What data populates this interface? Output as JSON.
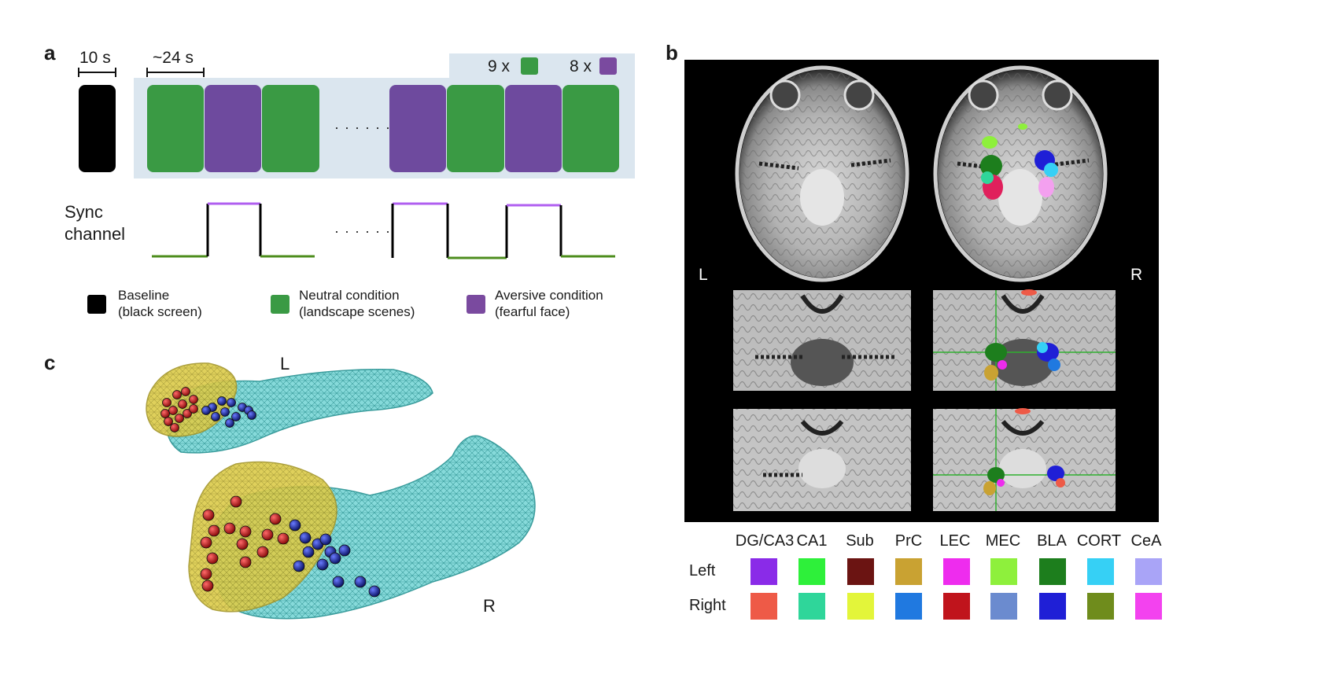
{
  "panels": {
    "a": "a",
    "b": "b",
    "c": "c"
  },
  "panel_a": {
    "scale_baseline": "10 s",
    "scale_block": "~24 s",
    "ellipsis": "· · · · · ·",
    "counts": [
      {
        "label": "9 x",
        "color": "#3a9a44"
      },
      {
        "label": "8 x",
        "color": "#7a4a9f"
      }
    ],
    "sync_label_line1": "Sync",
    "sync_label_line2": "channel",
    "colors": {
      "baseline": "#000000",
      "neutral": "#3a9a44",
      "aversive": "#6e4a9e",
      "band": "#dbe6ef",
      "sync_high": "#b05ff0",
      "sync_low": "#4d8d1d"
    },
    "legend": [
      {
        "line1": "Baseline",
        "line2": "(black screen)",
        "color": "#000000"
      },
      {
        "line1": "Neutral condition",
        "line2": "(landscape scenes)",
        "color": "#3a9a44"
      },
      {
        "line1": "Aversive condition",
        "line2": "(fearful face)",
        "color": "#7a4a9f"
      }
    ]
  },
  "panel_b": {
    "side_left": "L",
    "side_right": "R",
    "regions": [
      "DG/CA3",
      "CA1",
      "Sub",
      "PrC",
      "LEC",
      "MEC",
      "BLA",
      "CORT",
      "CeA"
    ],
    "row_labels": [
      "Left",
      "Right"
    ],
    "left_colors": [
      "#8a2be8",
      "#2ef03a",
      "#6b1412",
      "#c9a232",
      "#ee2cee",
      "#8ef03c",
      "#1d7e1d",
      "#36d0f5",
      "#a9a4f7"
    ],
    "right_colors": [
      "#ee5a47",
      "#2fd69a",
      "#e3f53a",
      "#2079e0",
      "#c0141c",
      "#6b8bcf",
      "#1f1fd6",
      "#6f8c1c",
      "#f342ef"
    ]
  },
  "panel_c": {
    "label_left": "L",
    "label_right": "R",
    "colors": {
      "amygdala": "#d8c646",
      "hippocampus": "#7fd6d6",
      "electrode_amygdala": "#c0141c",
      "electrode_hippocampus": "#1c2bb0"
    }
  }
}
